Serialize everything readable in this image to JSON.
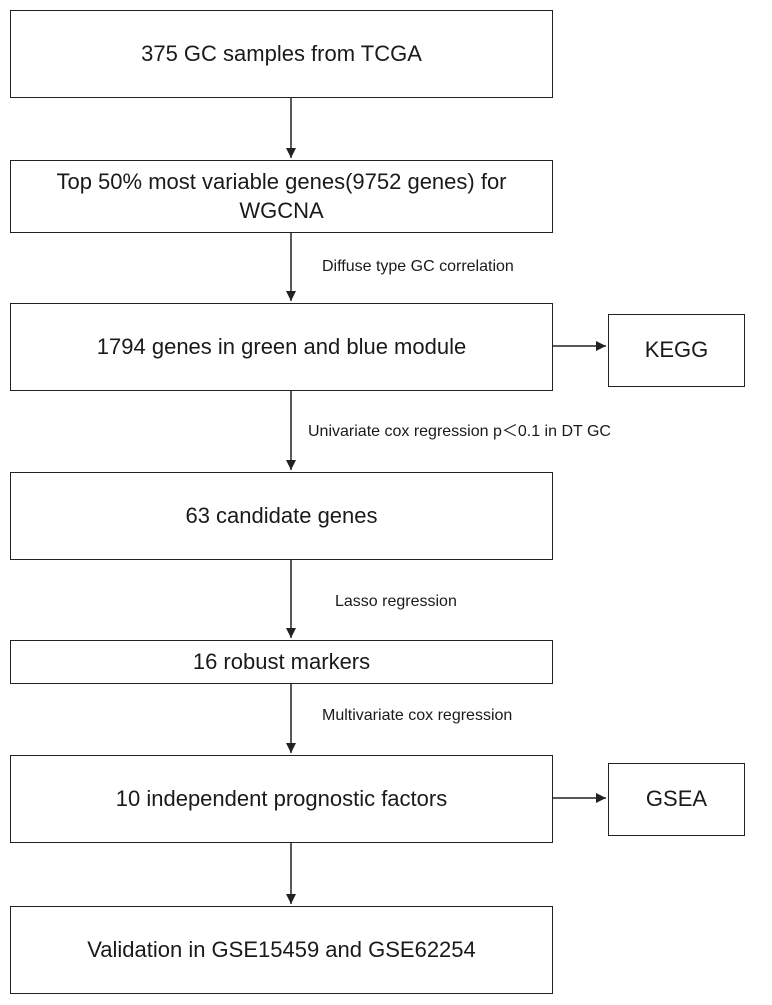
{
  "nodes": {
    "samples": "375 GC samples from TCGA",
    "variable_genes": "Top 50% most variable genes(9752 genes) for WGCNA",
    "module_genes": "1794 genes in green and blue module",
    "kegg": "KEGG",
    "candidates": "63 candidate genes",
    "robust": "16 robust markers",
    "independent": "10 independent prognostic factors",
    "gsea": "GSEA",
    "validation": "Validation in GSE15459 and GSE62254"
  },
  "edges": {
    "diffuse": "Diffuse  type GC correlation",
    "univariate": "Univariate  cox regression  p＜0.1  in DT  GC",
    "lasso": "Lasso regression",
    "multivariate": "Multivariate  cox regression"
  },
  "colors": {
    "stroke": "#222222",
    "text": "#1a1a1a"
  }
}
